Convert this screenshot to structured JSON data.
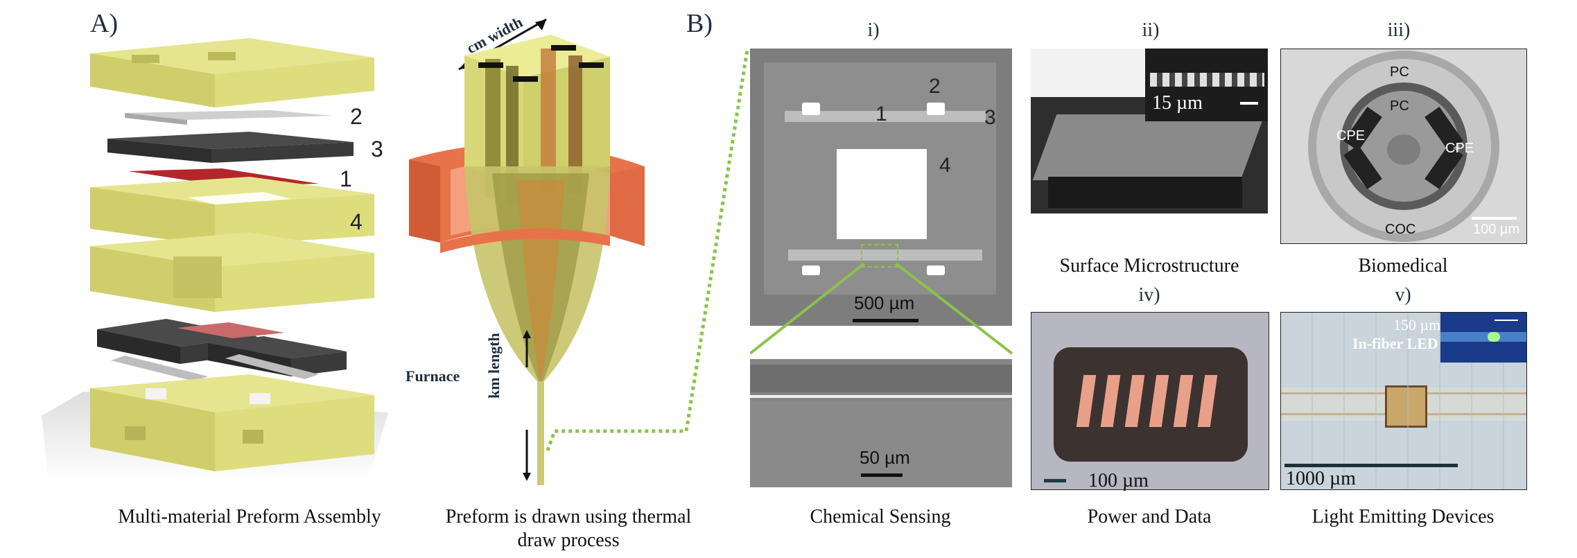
{
  "panelA": {
    "letter": "A)",
    "labels": [
      "2",
      "3",
      "1",
      "4"
    ],
    "caption": "Multi-material Preform Assembly",
    "draw_caption_line1": "Preform is drawn using thermal",
    "draw_caption_line2": "draw process",
    "width_label": "cm width",
    "length_label": "km length",
    "furnace_label": "Furnace"
  },
  "panelB": {
    "letter": "B)",
    "i": {
      "numeral": "i)",
      "labels": [
        "1",
        "2",
        "3",
        "4"
      ],
      "scale_top": "500 µm",
      "scale_bottom": "50 µm",
      "caption": "Chemical Sensing"
    },
    "ii": {
      "numeral": "ii)",
      "scale": "15 µm",
      "caption": "Surface Microstructure"
    },
    "iii": {
      "numeral": "iii)",
      "labels": [
        "PC",
        "PC",
        "CPE",
        "CPE",
        "COC"
      ],
      "scale": "100 µm",
      "caption": "Biomedical"
    },
    "iv": {
      "numeral": "iv)",
      "scale": "100 µm",
      "caption": "Power and Data"
    },
    "v": {
      "numeral": "v)",
      "scale": "1000 µm",
      "inset_scale": "150 µm",
      "inset_label": "In-fiber LED",
      "caption": "Light Emitting Devices"
    }
  },
  "colors": {
    "preform_yellow": "#d9d878",
    "furnace_orange": "#e8724a",
    "dashed_green": "#8bc34a",
    "sem_gray": "#8a8a8a"
  }
}
